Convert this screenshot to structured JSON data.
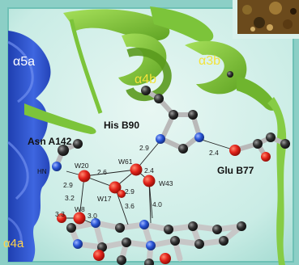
{
  "helices": {
    "a5a": "α5a",
    "a4b": "α4b",
    "a3b": "α3b",
    "a4a": "α4a"
  },
  "residues": {
    "his": "His B90",
    "asn": "Asn A142",
    "glu": "Glu B77",
    "hn": "HN"
  },
  "waters": {
    "w20": "W20",
    "w61": "W61",
    "w17": "W17",
    "w43": "W43",
    "w8": "W8"
  },
  "distances": {
    "d_his_w61": "2.9",
    "d_his_glu": "2.4",
    "d_w20_w61": "2.6",
    "d_w61_w43": "2.4",
    "d_hn_w20": "2.9",
    "d_w17_w61": "2.9",
    "d_w20_w8": "3.2",
    "d_w17_lig": "3.6",
    "d_w43_lig": "4.0",
    "d_w8_left": "3.3",
    "d_w8_lig": "3.0"
  }
}
